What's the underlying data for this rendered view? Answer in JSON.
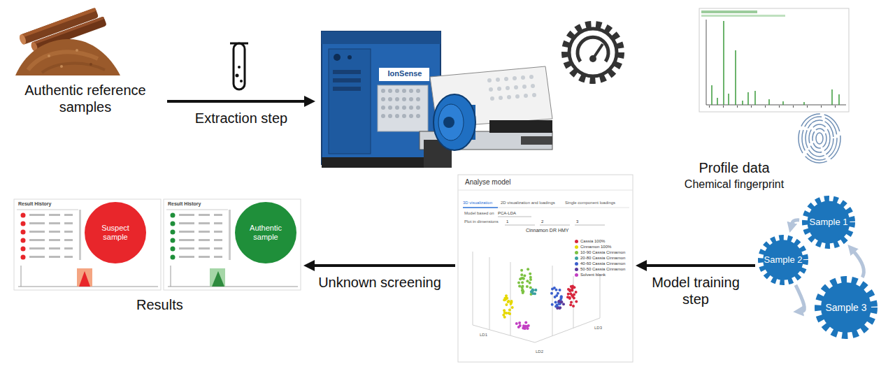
{
  "diagram": {
    "nodes": [
      {
        "text": [
          "Authentic reference samples"
        ]
      },
      {
        "text": [
          "IonSense"
        ]
      },
      {
        "text": [
          "Profile data",
          "Chemical fingerprint"
        ]
      },
      {
        "text": [
          "Sample 1"
        ]
      },
      {
        "text": [
          "Sample 2"
        ]
      },
      {
        "text": [
          "Sample 3"
        ]
      },
      {
        "text": [
          "Analyse model"
        ]
      },
      {
        "text": [
          "Result History"
        ]
      },
      {
        "text": [
          "Suspect sample"
        ],
        "in": 7
      },
      {
        "text": [
          "Result History"
        ]
      },
      {
        "text": [
          "Authentic sample"
        ],
        "in": 9
      }
    ],
    "edges": [
      {
        "from": 0,
        "to": 1,
        "label": "Extraction step",
        "arrow": "to"
      },
      {
        "from": 3,
        "to": 4,
        "arrow": "to"
      },
      {
        "from": 4,
        "to": 5,
        "arrow": "to"
      },
      {
        "from": 5,
        "to": 3,
        "arrow": "to"
      },
      {
        "from": 4,
        "to": 6,
        "label": "Model training step",
        "arrow": "to"
      },
      {
        "from": 6,
        "to": 9,
        "label": "Unknown screening",
        "arrow": "to"
      }
    ],
    "labels": [
      "3D visualization",
      "2D visualization and loadings",
      "Single component loadings",
      "Model based on",
      "PCA-LDA",
      "Plot in dimensions",
      "1",
      "2",
      "3",
      "Cinnamon DR HMY",
      "LD1",
      "LD2",
      "LD3",
      "Results"
    ],
    "legend": [
      {
        "text": "Cassia 100%",
        "color": "#d7263d"
      },
      {
        "text": "Cinnamon 100%",
        "color": "#e6d800"
      },
      {
        "text": "10-90 Cassia Cinnamon",
        "color": "#7cc242"
      },
      {
        "text": "20-80 Cassia Cinnamon",
        "color": "#3aa0a0"
      },
      {
        "text": "40-60 Cassia Cinnamon",
        "color": "#3a5fcd"
      },
      {
        "text": "50-50 Cassia Cinnamon",
        "color": "#5b3a9a"
      },
      {
        "text": "Solvent blank",
        "color": "#c23fc2"
      }
    ]
  }
}
